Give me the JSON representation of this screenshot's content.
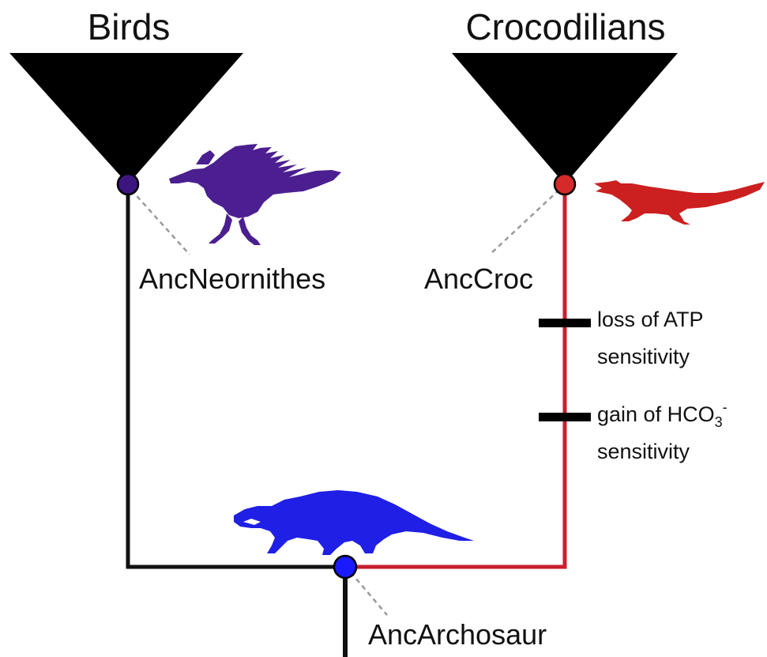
{
  "clades": {
    "birds": {
      "label": "Birds"
    },
    "crocs": {
      "label": "Crocodilians"
    }
  },
  "nodes": {
    "neornithes": {
      "label": "AncNeornithes",
      "color": "#3d1580"
    },
    "croc": {
      "label": "AncCroc",
      "color": "#d42a2a"
    },
    "archosaur": {
      "label": "AncArchosaur",
      "color": "#1a1aff"
    }
  },
  "events": [
    {
      "line1": "loss of ATP",
      "line2": "sensitivity"
    },
    {
      "line1_main": "gain of HCO",
      "line1_sub": "3",
      "line1_sup": "-",
      "line2": "sensitivity"
    }
  ],
  "colors": {
    "bird_branch": "#111111",
    "croc_branch": "#c8202e",
    "bird_silhouette": "#4b1f8f",
    "croc_silhouette": "#cc1f1f",
    "archosaur_silhouette": "#1f1fe6",
    "event_bar": "#000000",
    "leader": "#999999"
  },
  "icons": [
    "bird-silhouette-icon",
    "crocodile-silhouette-icon",
    "archosaur-silhouette-icon"
  ]
}
